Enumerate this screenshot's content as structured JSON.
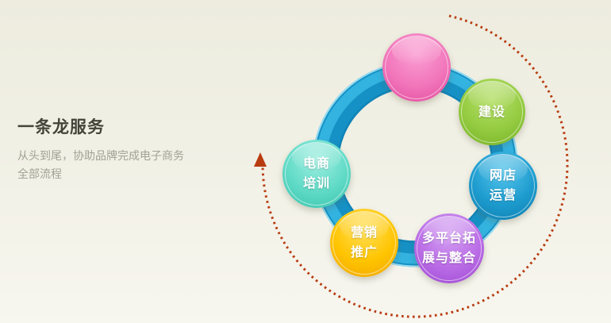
{
  "page": {
    "background_top": "#edecdf",
    "background_bottom": "#f7f6ef"
  },
  "intro": {
    "title": "一条龙服务",
    "description_line1": "从头到尾，协助品牌完成电子商务",
    "description_line2": "全部流程"
  },
  "cycle": {
    "ring": {
      "base": "#1691c5",
      "gloss": "#38b8e4",
      "outer_rim": "#a5e6f6",
      "inner_edge": "#0d7db0"
    },
    "arrow": {
      "color": "#b83c10",
      "direction": "clockwise"
    },
    "nodes": [
      {
        "name": "start",
        "line1": "",
        "line2": "",
        "color": "#f175ba"
      },
      {
        "name": "construction",
        "line1": "建设",
        "line2": "",
        "color": "#94cb40"
      },
      {
        "name": "store-operation",
        "line1": "网店",
        "line2": "运营",
        "color": "#1d9bce"
      },
      {
        "name": "multi-platform",
        "line1": "多平台拓",
        "line2": "展与整合",
        "color": "#ba6ce6"
      },
      {
        "name": "marketing",
        "line1": "营销",
        "line2": "推广",
        "color": "#ffc400"
      },
      {
        "name": "training",
        "line1": "电商",
        "line2": "培训",
        "color": "#5fdac6"
      }
    ]
  }
}
